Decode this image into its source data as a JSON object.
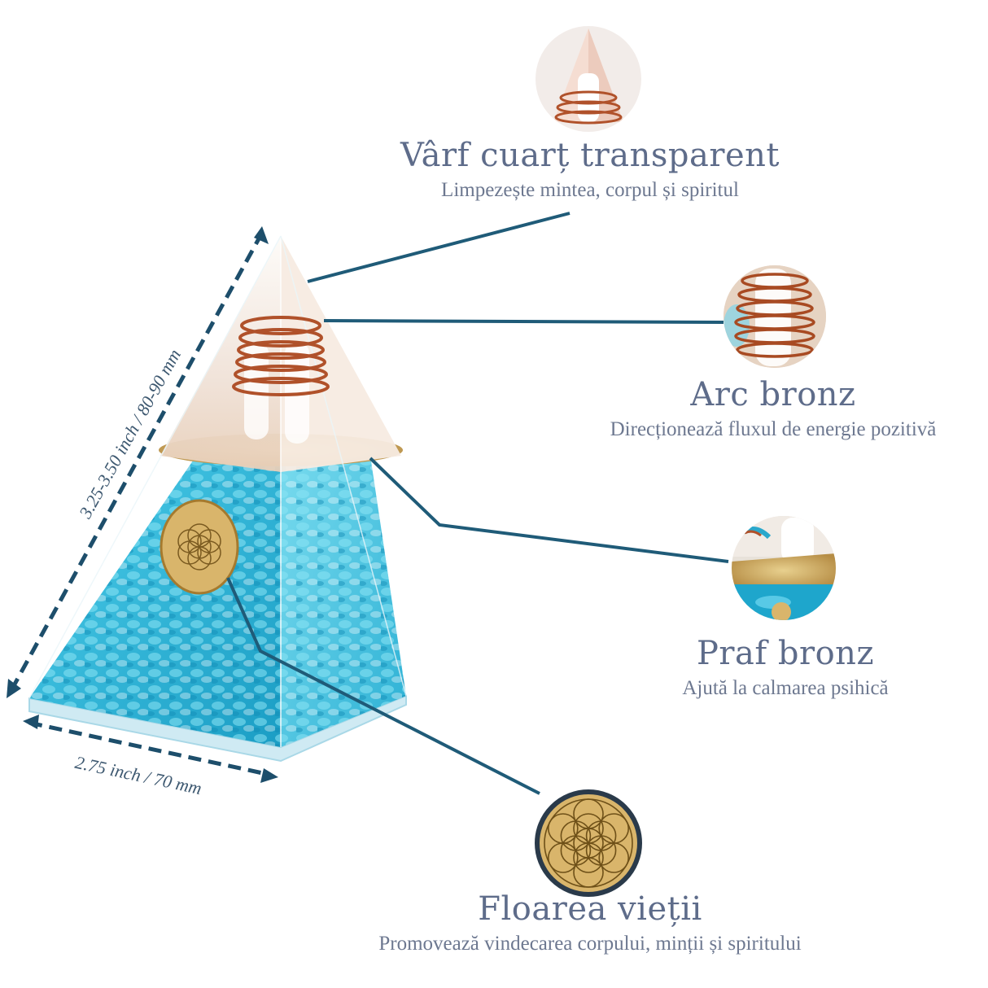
{
  "callouts": {
    "tip": {
      "title": "Vârf cuarț transparent",
      "subtitle": "Limpezește mintea, corpul și spiritul"
    },
    "coil": {
      "title": "Arc bronz",
      "subtitle": "Direcționează fluxul de energie pozitivă"
    },
    "dust": {
      "title": "Praf bronz",
      "subtitle": "Ajută la calmarea psihică"
    },
    "flower": {
      "title": "Floarea vieții",
      "subtitle": "Promovează vindecarea corpului, minții și spiritului"
    }
  },
  "dimensions": {
    "height": "3.25-3.50 inch / 80-90 mm",
    "base": "2.75 inch / 70 mm"
  },
  "colors": {
    "text": "#5e6c8a",
    "leader_line": "#1f5b78",
    "dimension_arrow": "#1d4e6b",
    "aquamarine": "#2fb8d9",
    "copper": "#b0512a",
    "gold": "#c9a55a"
  }
}
